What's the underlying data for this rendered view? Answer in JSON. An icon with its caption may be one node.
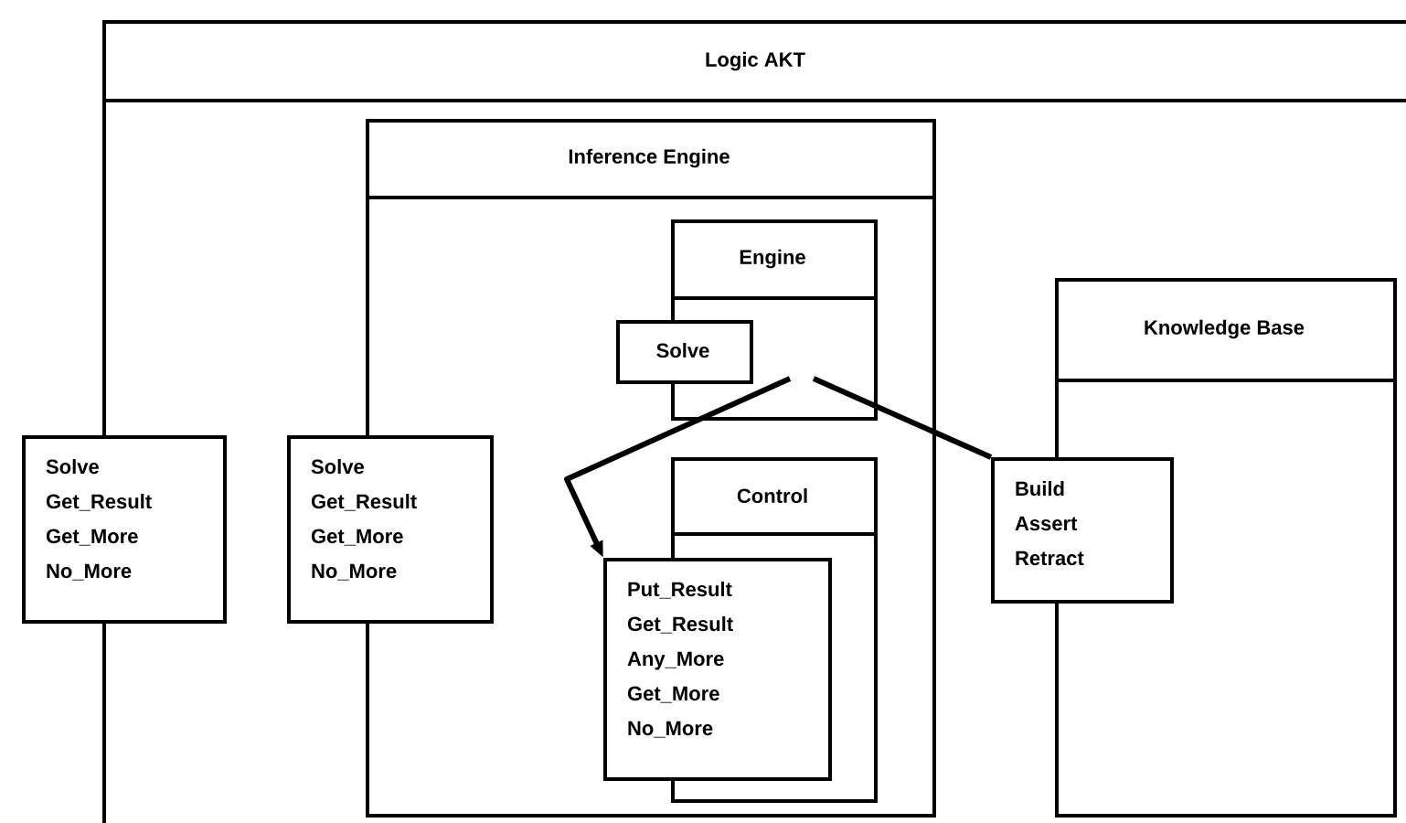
{
  "diagram": {
    "nodes": [
      {
        "text": [
          "Logic AKT"
        ]
      },
      {
        "text": [
          "Solve",
          "Get_Result",
          "Get_More",
          "No_More"
        ]
      },
      {
        "text": [
          "Inference Engine"
        ],
        "in": 0
      },
      {
        "text": [
          "Solve",
          "Get_Result",
          "Get_More",
          "No_More"
        ],
        "in": 0
      },
      {
        "text": [
          "Engine"
        ],
        "in": 2
      },
      {
        "text": [
          "Solve"
        ],
        "in": 2
      },
      {
        "text": [
          "Control"
        ],
        "in": 2
      },
      {
        "text": [
          "Put_Result",
          "Get_Result",
          "Any_More",
          "Get_More",
          "No_More"
        ],
        "in": 2
      },
      {
        "text": [
          "Knowledge Base"
        ],
        "in": 0
      },
      {
        "text": [
          "Build",
          "Assert",
          "Retract"
        ],
        "in": 0
      }
    ],
    "edges": [
      {
        "from": 4,
        "to": 7,
        "arrow": "to"
      },
      {
        "from": 4,
        "to": 9,
        "arrow": "none"
      }
    ]
  }
}
